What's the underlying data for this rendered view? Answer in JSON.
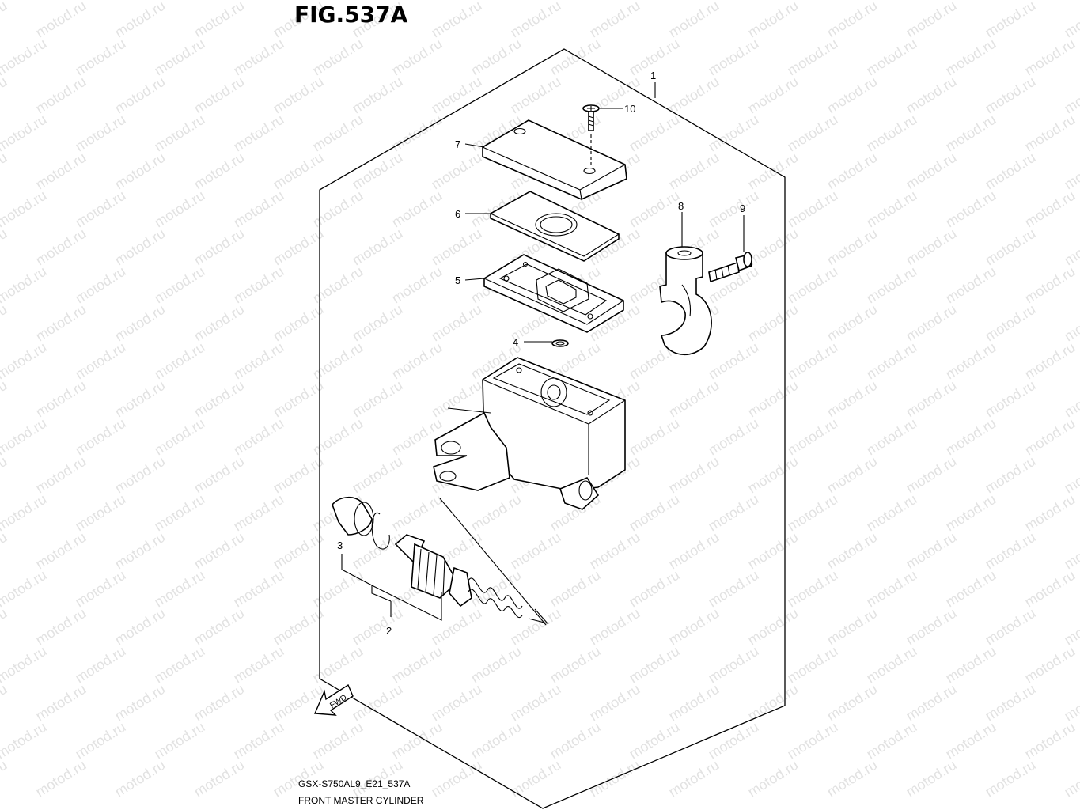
{
  "figure": {
    "title": "FIG.537A",
    "code": "GSX-S750AL9_E21_537A",
    "name": "FRONT MASTER CYLINDER"
  },
  "watermark": "motod.ru",
  "callouts": {
    "c1": "1",
    "c2": "2",
    "c3": "3",
    "c4": "4",
    "c5": "5",
    "c6": "6",
    "c7": "7",
    "c8": "8",
    "c9": "9",
    "c10": "10"
  },
  "direction_marker": "FWD"
}
